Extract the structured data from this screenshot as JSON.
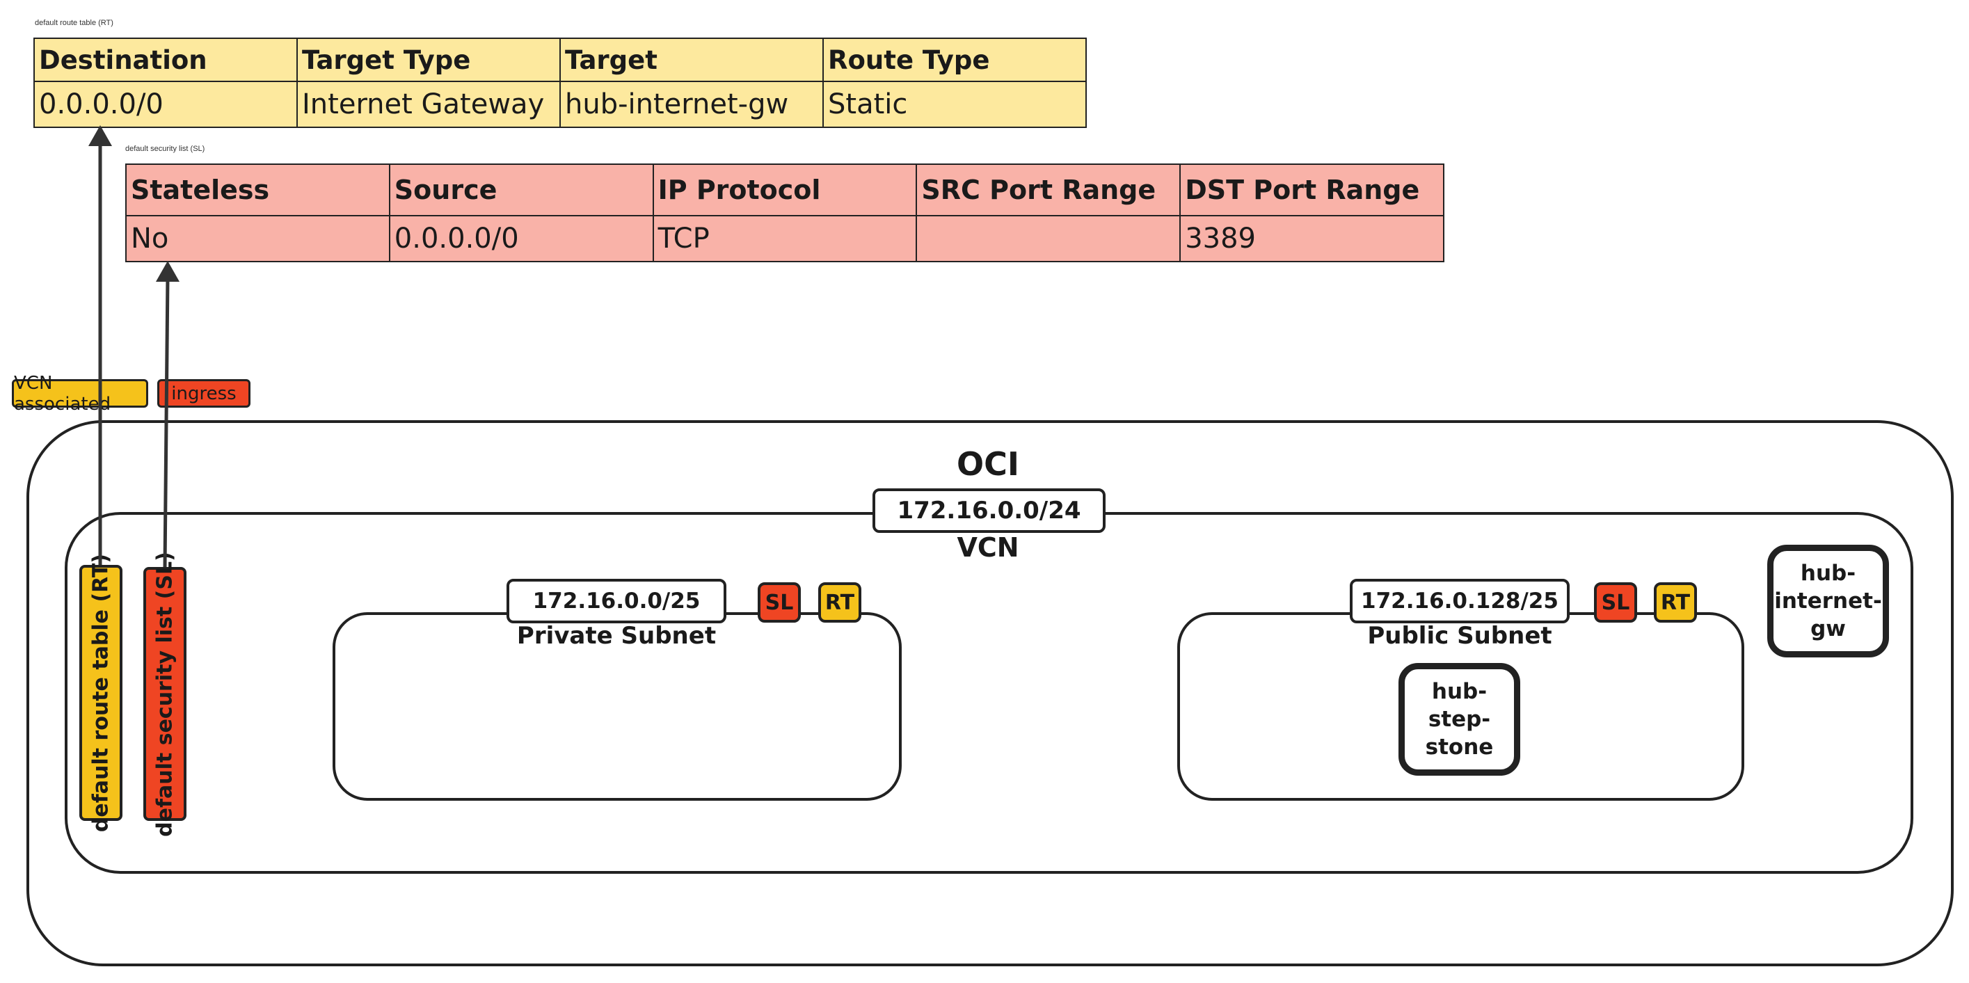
{
  "colors": {
    "route_table": "#f5c21b",
    "security_list": "#ef4523",
    "rt_table_fill": "#fde99e",
    "sl_table_fill": "#f9b2a8"
  },
  "route_table_detail": {
    "caption": "default route table (RT)",
    "headers": [
      "Destination",
      "Target Type",
      "Target",
      "Route Type"
    ],
    "row": [
      "0.0.0.0/0",
      "Internet Gateway",
      "hub-internet-gw",
      "Static"
    ]
  },
  "security_list_detail": {
    "caption": "default security list (SL)",
    "headers": [
      "Stateless",
      "Source",
      "IP Protocol",
      "SRC Port Range",
      "DST Port Range"
    ],
    "row": [
      "No",
      "0.0.0.0/0",
      "TCP",
      "",
      "3389"
    ]
  },
  "tags": {
    "vcn_associated": "VCN associated",
    "ingress": "ingress"
  },
  "oci": {
    "title": "OCI",
    "vcn": {
      "cidr": "172.16.0.0/24",
      "label": "VCN",
      "default_route_table": "default route table (RT)",
      "default_security_list": "default security list (SL)",
      "private_subnet": {
        "cidr": "172.16.0.0/25",
        "label": "Private Subnet",
        "sl_badge": "SL",
        "rt_badge": "RT"
      },
      "public_subnet": {
        "cidr": "172.16.0.128/25",
        "label": "Public Subnet",
        "sl_badge": "SL",
        "rt_badge": "RT",
        "instance": "hub-step-stone"
      },
      "internet_gateway": "hub-internet-gw"
    }
  }
}
